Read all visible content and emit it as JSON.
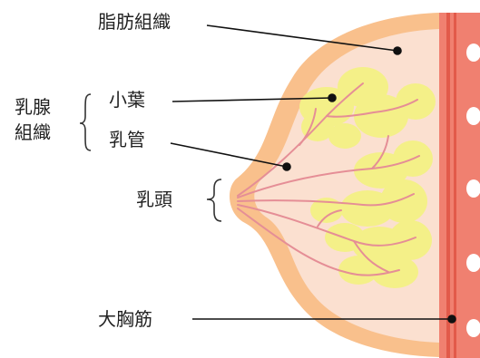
{
  "labels": {
    "fat_tissue": "脂肪組織",
    "mammary_tissue_line1": "乳腺",
    "mammary_tissue_line2": "組織",
    "lobule": "小葉",
    "duct": "乳管",
    "nipple": "乳頭",
    "pectoral_muscle": "大胸筋"
  },
  "colors": {
    "outer_skin": "#f9c08c",
    "fat_layer": "#fbe0d0",
    "lobule_fill": "#f4f088",
    "duct_line": "#e58e96",
    "muscle_band": "#f08070",
    "muscle_stripe": "#e25a4a",
    "rib_dot": "#ffffff",
    "leader_line": "#111111"
  }
}
